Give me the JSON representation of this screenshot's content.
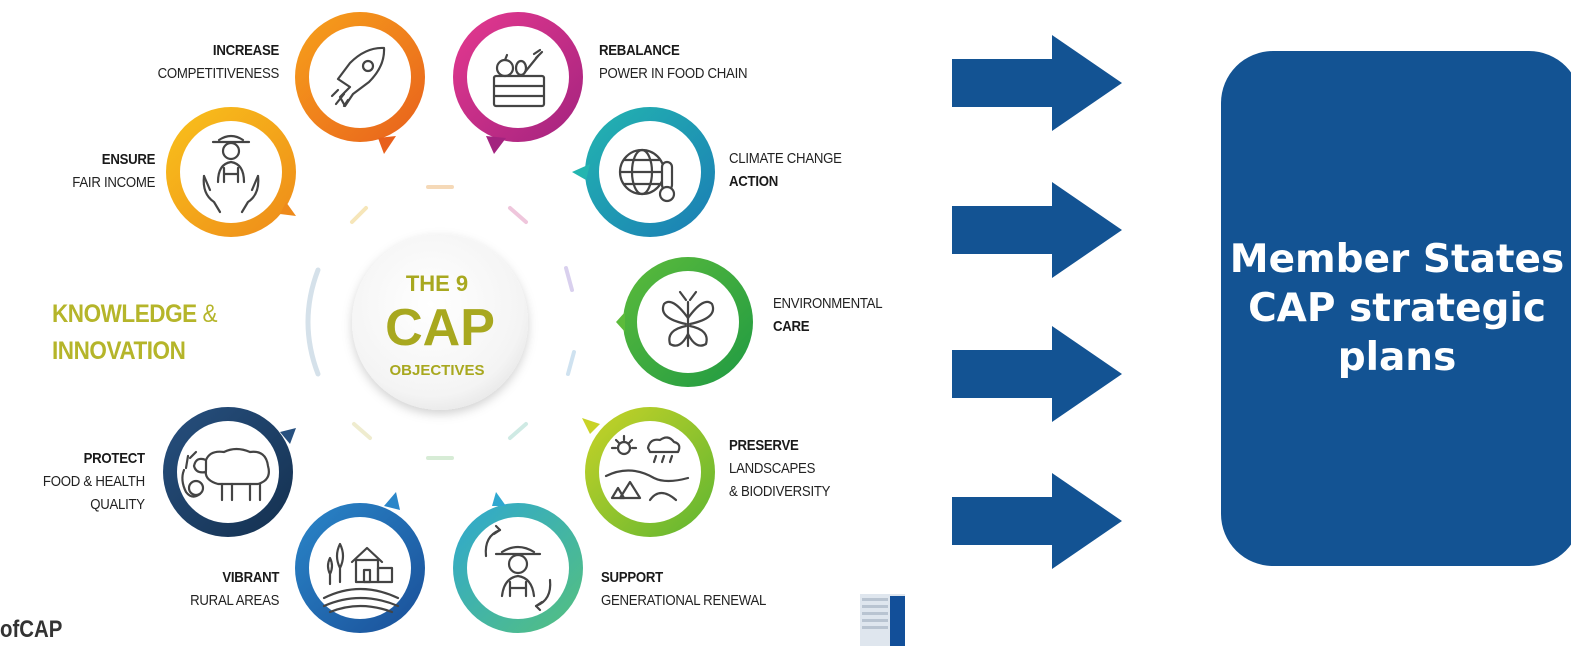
{
  "center": {
    "line1": "THE 9",
    "line2": "CAP",
    "line3": "OBJECTIVES"
  },
  "objectives": [
    {
      "id": "competitiveness",
      "bold": "INCREASE",
      "normal": "COMPETITIVENESS",
      "color": "#ef7d1a",
      "icon": "rocket-icon"
    },
    {
      "id": "food-chain",
      "bold": "REBALANCE",
      "normal": "POWER IN FOOD CHAIN",
      "color": "#c4228c",
      "icon": "produce-crate-icon"
    },
    {
      "id": "climate",
      "normal": "CLIMATE CHANGE",
      "bold": "ACTION",
      "color": "#1ea9a3",
      "icon": "globe-thermometer-icon"
    },
    {
      "id": "environment",
      "normal": "ENVIRONMENTAL",
      "bold": "CARE",
      "color": "#3aa935",
      "icon": "butterfly-icon"
    },
    {
      "id": "landscapes",
      "bold": "PRESERVE",
      "normal": "LANDSCAPES",
      "normal2": "& BIODIVERSITY",
      "color": "#95c11f",
      "icon": "landscape-icon"
    },
    {
      "id": "generational",
      "bold": "SUPPORT",
      "normal": "GENERATIONAL RENEWAL",
      "color": "#2a9d8f",
      "icon": "young-farmer-icon"
    },
    {
      "id": "rural",
      "bold": "VIBRANT",
      "normal": "RURAL AREAS",
      "color": "#1f6fb5",
      "icon": "village-icon"
    },
    {
      "id": "food-quality",
      "bold": "PROTECT",
      "normal": "FOOD & HEALTH",
      "normal2": "QUALITY",
      "color": "#1b3f6b",
      "icon": "livestock-icon"
    },
    {
      "id": "income",
      "bold": "ENSURE",
      "normal": "FAIR INCOME",
      "color": "#f2a51a",
      "icon": "farmer-hands-icon"
    }
  ],
  "knowledge": {
    "line1": "KNOWLEDGE",
    "amp": "&",
    "line2": "INNOVATION",
    "color": "#b5b52a"
  },
  "hashtag": "ofCAP",
  "arrow_color": "#135393",
  "target": {
    "text": "Member States CAP strategic plans",
    "color": "#135393"
  }
}
